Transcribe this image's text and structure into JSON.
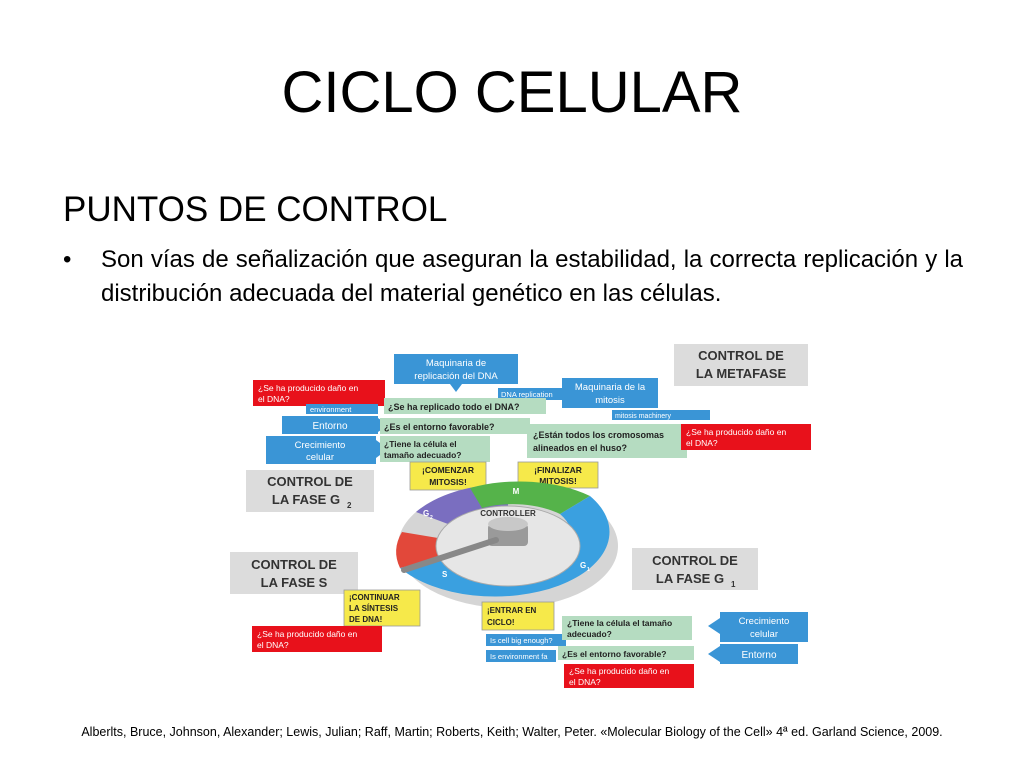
{
  "slide": {
    "title": "CICLO CELULAR",
    "subtitle": "PUNTOS DE CONTROL",
    "bullet_symbol": "•",
    "bullet_text": "Son vías de señalización que aseguran la estabilidad, la correcta replicación y la distribución adecuada del material genético en las células.",
    "citation": "Alberlts, Bruce, Johnson, Alexander; Lewis, Julian; Raff, Martin; Roberts, Keith; Walter, Peter. «Molecular Biology of the Cell» 4ª ed. Garland Science, 2009."
  },
  "diagram": {
    "control_metafase": [
      "CONTROL DE",
      "LA METAFASE"
    ],
    "control_g2": [
      "CONTROL DE",
      "LA FASE G",
      "2"
    ],
    "control_s": [
      "CONTROL DE",
      "LA FASE S"
    ],
    "control_g1": [
      "CONTROL DE",
      "LA FASE G",
      "1"
    ],
    "maquinaria_dna": [
      "Maquinaria de",
      "replicación del DNA"
    ],
    "dna_replication": "DNA replication",
    "maquinaria_mitosis": [
      "Maquinaria de la",
      "mitosis"
    ],
    "mitosis_machinery": "mitosis machinery",
    "dano_top_left": [
      "¿Se ha producido daño en",
      "el DNA?"
    ],
    "environment": "environment",
    "entorno_left": "Entorno",
    "crecimiento_left": [
      "Crecimiento",
      "celular"
    ],
    "q_replicado": "¿Se ha replicado todo el DNA?",
    "q_entorno": "¿Es el entorno favorable?",
    "q_tamano": [
      "¿Tiene la célula el",
      "tamaño adecuado?"
    ],
    "q_cromosomas": [
      "¿Están todos los cromosomas",
      "alineados en el huso?"
    ],
    "dano_right": [
      "¿Se ha producido daño en",
      "el DNA?"
    ],
    "comenzar_mitosis": [
      "¡COMENZAR",
      "MITOSIS!"
    ],
    "finalizar_mitosis": [
      "¡FINALIZAR",
      "MITOSIS!"
    ],
    "controller": "CONTROLLER",
    "phase_m": "M",
    "phase_g2": "G",
    "phase_g2_sub": "2",
    "phase_s": "S",
    "phase_g1": "G",
    "phase_g1_sub": "1",
    "continuar_sintesis": [
      "¡CONTINUAR",
      "LA SÍNTESIS",
      "DE DNA!"
    ],
    "entrar_ciclo": [
      "¡ENTRAR EN",
      "CICLO!"
    ],
    "dano_bottom_left": [
      "¿Se ha producido daño en",
      "el DNA?"
    ],
    "q_tamano_bottom": [
      "¿Tiene la célula el tamaño",
      "adecuado?"
    ],
    "is_cell_big": "Is cell big enough?",
    "is_environment": "Is environment fa",
    "q_entorno_bottom": "¿Es el entorno favorable?",
    "dano_bottom_right": [
      "¿Se ha producido daño en",
      "el DNA?"
    ],
    "crecimiento_right": [
      "Crecimiento",
      "celular"
    ],
    "entorno_right": "Entorno",
    "colors": {
      "blue_box": "#3a95d6",
      "green_box": "#b5dcc1",
      "gray_box": "#dcdcdc",
      "red_box": "#e8111b",
      "yellow_box": "#f6e94a",
      "ring_blue": "#3aa0e0",
      "ring_green": "#55b34a",
      "ring_violet": "#7a6ec0",
      "ring_red": "#e2483a"
    }
  }
}
